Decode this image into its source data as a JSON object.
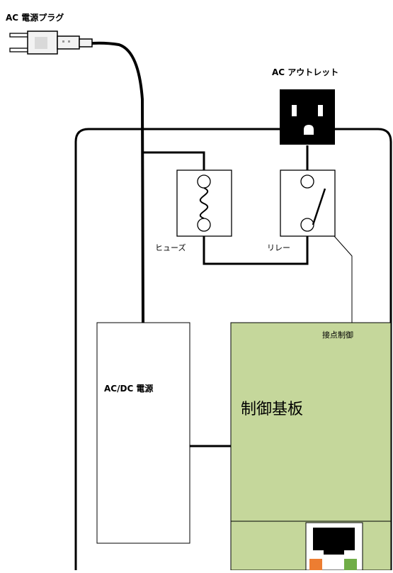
{
  "labels": {
    "ac_plug": "AC 電源プラグ",
    "ac_outlet": "AC アウトレット",
    "fuse": "ヒューズ",
    "relay": "リレー",
    "contact_control": "接点制御",
    "acdc_power": "AC/DC 電源",
    "control_board": "制御基板"
  },
  "colors": {
    "board_fill": "#c5d79b",
    "orange_led": "#ed7d31",
    "green_led": "#70ad47",
    "plug_fill": "#f2f2f2"
  }
}
